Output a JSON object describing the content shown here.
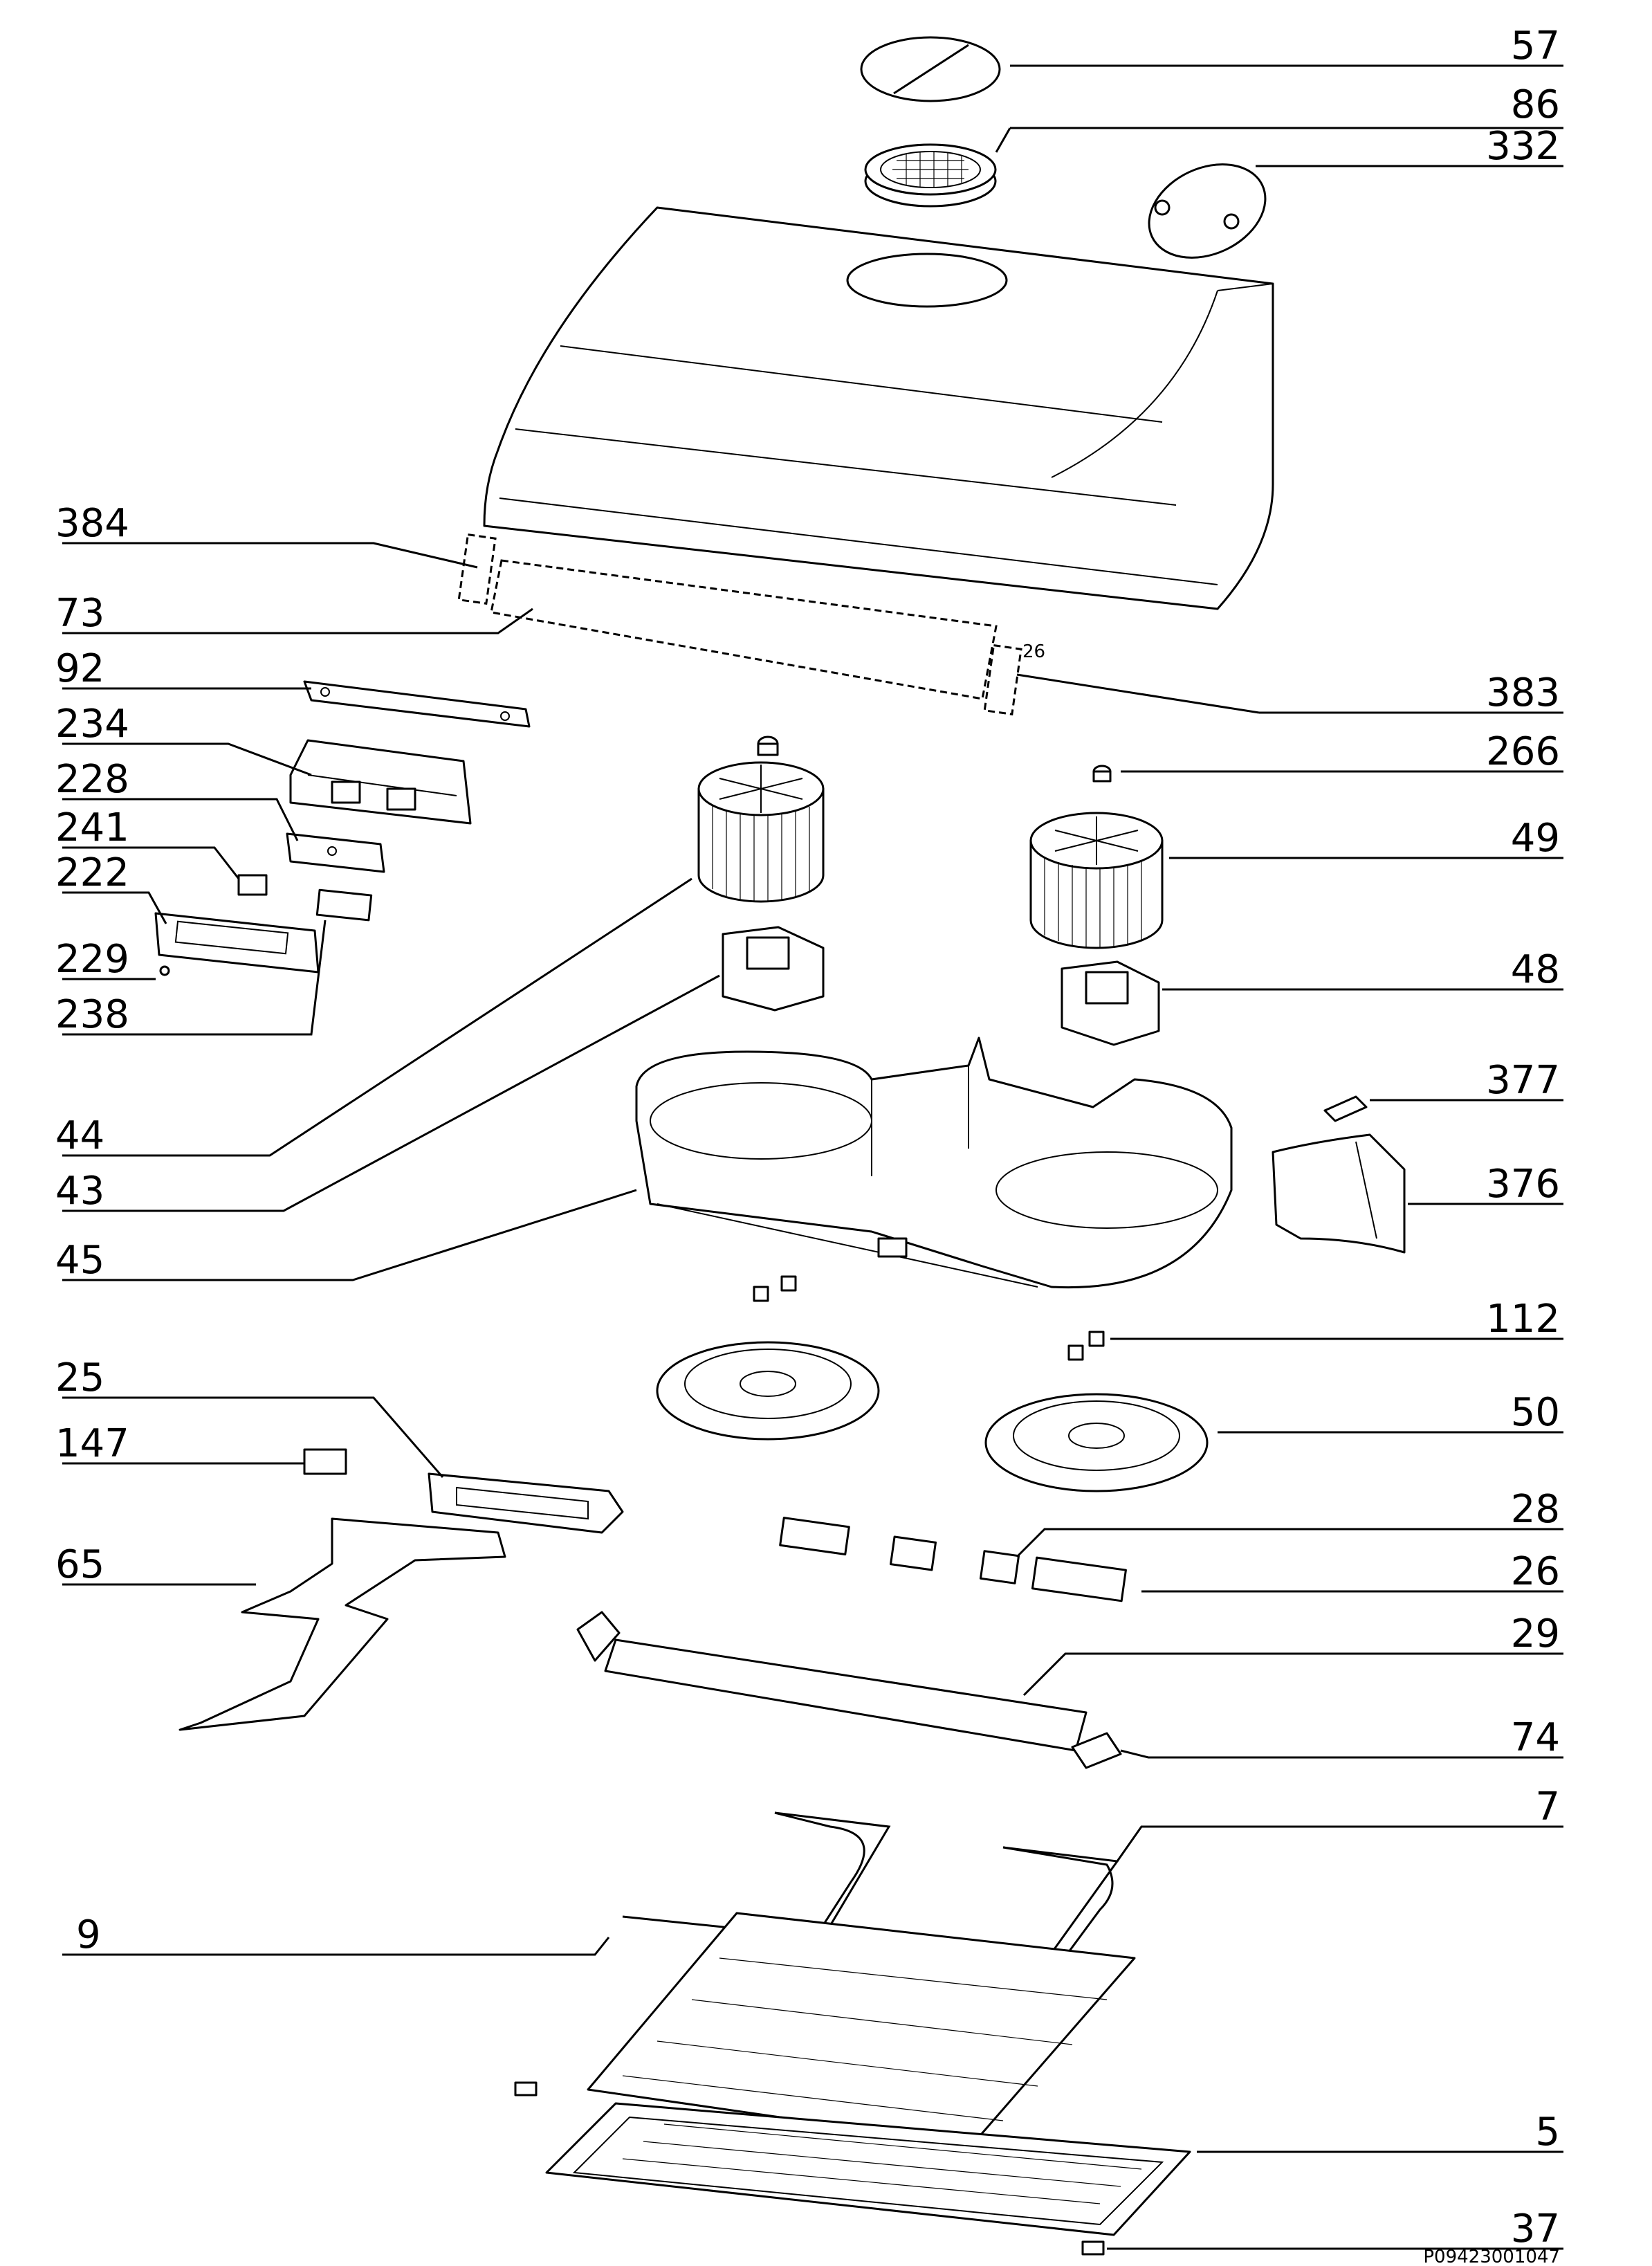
{
  "diagram": {
    "type": "exploded-parts-view",
    "subject": "cooker hood",
    "document_code": "P09423001047",
    "callouts": [
      {
        "id": "57",
        "label": "57"
      },
      {
        "id": "86",
        "label": "86"
      },
      {
        "id": "332",
        "label": "332"
      },
      {
        "id": "384",
        "label": "384"
      },
      {
        "id": "73",
        "label": "73"
      },
      {
        "id": "92",
        "label": "92"
      },
      {
        "id": "383",
        "label": "383"
      },
      {
        "id": "234",
        "label": "234"
      },
      {
        "id": "266",
        "label": "266"
      },
      {
        "id": "228",
        "label": "228"
      },
      {
        "id": "241",
        "label": "241"
      },
      {
        "id": "49",
        "label": "49"
      },
      {
        "id": "222",
        "label": "222"
      },
      {
        "id": "229",
        "label": "229"
      },
      {
        "id": "48",
        "label": "48"
      },
      {
        "id": "238",
        "label": "238"
      },
      {
        "id": "377",
        "label": "377"
      },
      {
        "id": "44",
        "label": "44"
      },
      {
        "id": "43",
        "label": "43"
      },
      {
        "id": "376",
        "label": "376"
      },
      {
        "id": "45",
        "label": "45"
      },
      {
        "id": "112",
        "label": "112"
      },
      {
        "id": "25",
        "label": "25"
      },
      {
        "id": "50",
        "label": "50"
      },
      {
        "id": "147",
        "label": "147"
      },
      {
        "id": "28",
        "label": "28"
      },
      {
        "id": "65",
        "label": "65"
      },
      {
        "id": "26",
        "label": "26"
      },
      {
        "id": "29",
        "label": "29"
      },
      {
        "id": "74",
        "label": "74"
      },
      {
        "id": "7",
        "label": "7"
      },
      {
        "id": "9",
        "label": "9"
      },
      {
        "id": "5",
        "label": "5"
      },
      {
        "id": "37",
        "label": "37"
      }
    ]
  }
}
